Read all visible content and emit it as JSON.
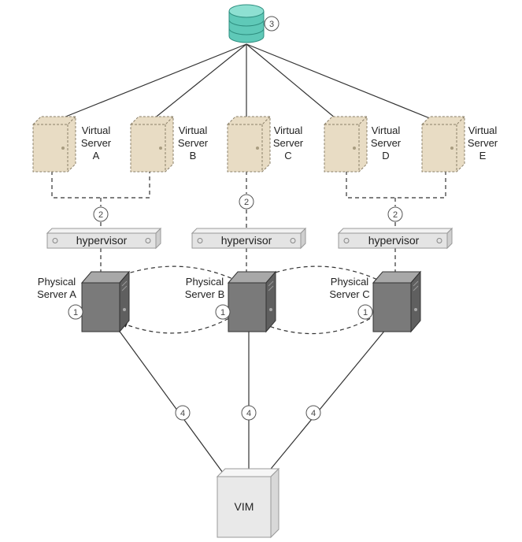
{
  "virtual_servers": [
    {
      "line1": "Virtual",
      "line2": "Server",
      "line3": "A"
    },
    {
      "line1": "Virtual",
      "line2": "Server",
      "line3": "B"
    },
    {
      "line1": "Virtual",
      "line2": "Server",
      "line3": "C"
    },
    {
      "line1": "Virtual",
      "line2": "Server",
      "line3": "D"
    },
    {
      "line1": "Virtual",
      "line2": "Server",
      "line3": "E"
    }
  ],
  "hypervisors": [
    {
      "label": "hypervisor"
    },
    {
      "label": "hypervisor"
    },
    {
      "label": "hypervisor"
    }
  ],
  "physical_servers": [
    {
      "line1": "Physical",
      "line2": "Server A"
    },
    {
      "line1": "Physical",
      "line2": "Server B"
    },
    {
      "line1": "Physical",
      "line2": "Server C"
    }
  ],
  "markers": {
    "storage": "3",
    "hypervisor_link": "2",
    "physical": "1",
    "vim_link": "4"
  },
  "vim": {
    "label": "VIM"
  },
  "colors": {
    "virtual_server": "#e8dcc4",
    "physical_server": "#7a7a7a",
    "storage": "#5fc9b8",
    "hypervisor": "#e4e4e4",
    "vim": "#e9e9e9"
  }
}
